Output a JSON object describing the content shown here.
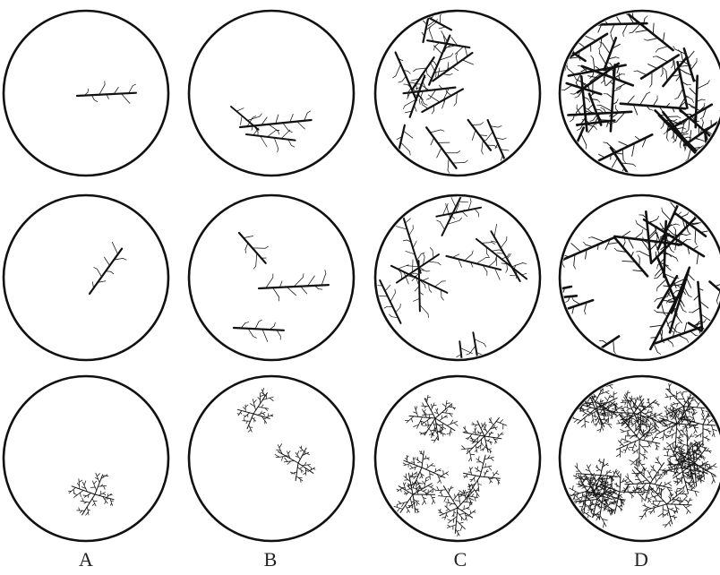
{
  "labels": {
    "a": "A",
    "b": "B",
    "c": "C",
    "d": "D"
  },
  "colors": {
    "ink": "#111111",
    "background": "#ffffff"
  }
}
